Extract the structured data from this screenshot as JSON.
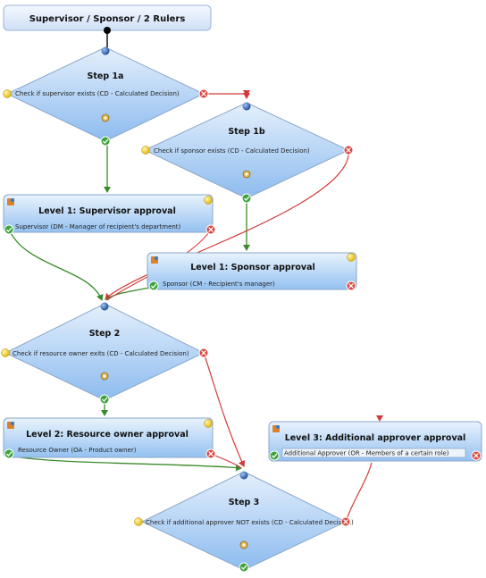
{
  "title": "Supervisor / Sponsor / 2 Rulers",
  "steps": [
    {
      "id": "step1a",
      "title": "Step 1a",
      "condition": "Check if supervisor exists (CD - Calculated Decision)"
    },
    {
      "id": "step1b",
      "title": "Step 1b",
      "condition": "Check if sponsor exists (CD - Calculated Decision)"
    },
    {
      "id": "step2",
      "title": "Step 2",
      "condition": "Check if resource owner exits (CD - Calculated Decision)"
    },
    {
      "id": "step3",
      "title": "Step 3",
      "condition": "Check if additional approver NOT exists (CD - Calculated Decision)"
    }
  ],
  "levels": [
    {
      "id": "level1-supervisor",
      "title": "Level 1: Supervisor approval",
      "desc": "Supervisor (DM - Manager of recipient's department)"
    },
    {
      "id": "level1-sponsor",
      "title": "Level 1: Sponsor approval",
      "desc": "Sponsor (CM - Recipient's manager)"
    },
    {
      "id": "level2-resource",
      "title": "Level 2: Resource owner approval",
      "desc": "Resource Owner (OA - Product owner)"
    },
    {
      "id": "level3-additional",
      "title": "Level 3: Additional approver approval",
      "desc": "Additional Approver (OR - Members of a certain role)"
    }
  ],
  "colors": {
    "node_fill_top": "#dcebfb",
    "node_fill_bottom": "#8fbdf0",
    "node_border": "#8aa7c8",
    "connector_true": "#3a8a2a",
    "connector_false": "#d23a3a",
    "port": "#1f4f9a",
    "yellow_port": "#f4cf1c",
    "title_fill": "#e8f0fb"
  }
}
